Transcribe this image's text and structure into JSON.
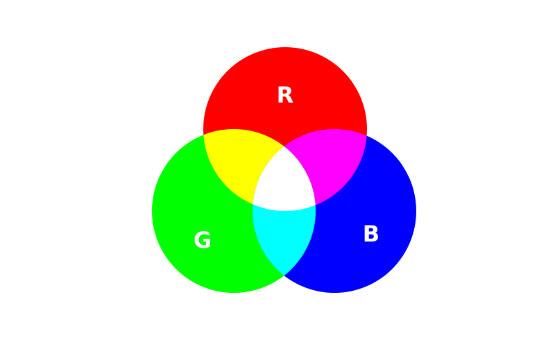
{
  "diagram": {
    "type": "additive-color-venn",
    "circles": [
      {
        "id": "red",
        "label": "R",
        "color": "#ff0000"
      },
      {
        "id": "green",
        "label": "G",
        "color": "#00ff00"
      },
      {
        "id": "blue",
        "label": "B",
        "color": "#0000ff"
      }
    ],
    "overlaps": {
      "red_green": "#ffff00",
      "red_blue": "#ff00ff",
      "green_blue": "#00ffff",
      "all": "#ffffff"
    },
    "label_color": "#ffffff"
  }
}
